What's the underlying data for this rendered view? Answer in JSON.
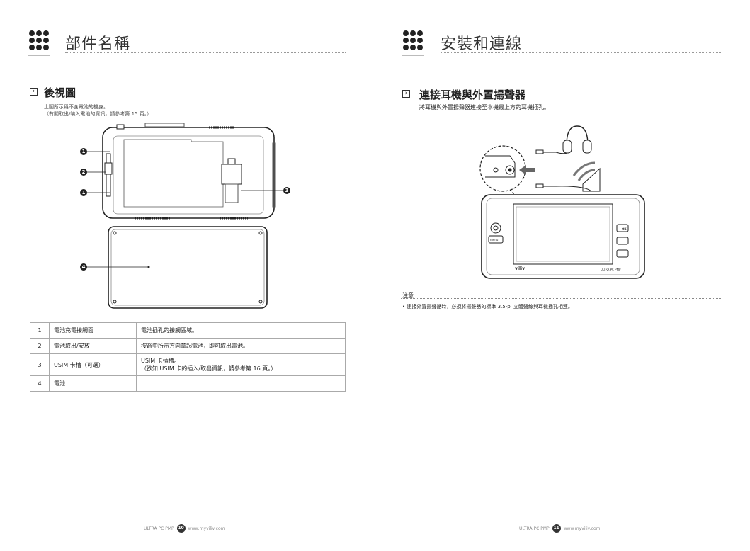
{
  "left": {
    "header_title": "部件名稱",
    "section_title": "後視圖",
    "desc_line1": "上圖所示爲不含電池的機身。",
    "desc_line2": "（有關取出/裝入電池的資訊，請參考第 15 頁。）",
    "callouts": [
      "1",
      "2",
      "1",
      "3",
      "4"
    ],
    "table": [
      {
        "num": "1",
        "name": "電池充電接觸面",
        "desc": "電池插孔的接觸區域。",
        "desc2": ""
      },
      {
        "num": "2",
        "name": "電池取出/安放",
        "desc": "按箭中所示方向拿起電池，即可取出電池。",
        "desc2": ""
      },
      {
        "num": "3",
        "name": "USIM 卡槽（可選）",
        "desc": "USIM 卡插槽。",
        "desc2": "（欲知 USIM 卡的插入/取出資訊，請參考第 16 頁。）"
      },
      {
        "num": "4",
        "name": "電池",
        "desc": "",
        "desc2": ""
      }
    ],
    "footer": {
      "brand": "ULTRA PC PMP",
      "page": "10",
      "url": "www.myviliv.com"
    }
  },
  "right": {
    "header_title": "安裝和連線",
    "section_title": "連接耳機與外置揚聲器",
    "subtitle": "將耳機與外置揚聲器連接至本機最上方的耳機插孔。",
    "device_brand": "viliv",
    "device_model": "ULTRA PC PMP",
    "device_buttons": [
      "OK",
      "menu"
    ],
    "note_label": "注意",
    "note_text": "• 連接外置揚聲器時，必須將揚聲器的標準 3.5-pi 立體聲線與耳機插孔相連。",
    "footer": {
      "brand": "ULTRA PC PMP",
      "page": "11",
      "url": "www.myviliv.com"
    }
  },
  "colors": {
    "text": "#222222",
    "rule": "#999999",
    "accent": "#333333"
  }
}
